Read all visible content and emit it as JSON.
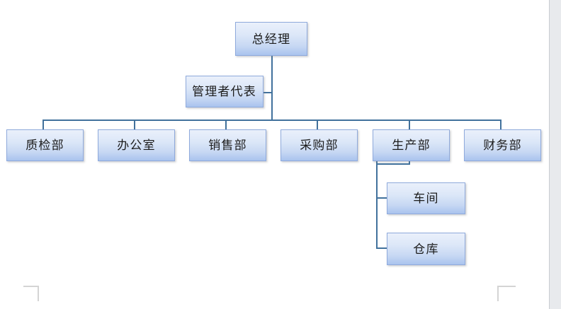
{
  "chart_data": {
    "type": "diagram",
    "diagram_type": "organizational-chart",
    "title": "",
    "orientation": "top-down",
    "connector_color": "#41719c",
    "node_border_color": "#8faadc",
    "node_fill_top": "#eaf0fb",
    "node_fill_bottom": "#a9c3ee",
    "text_color": "#1c1c1c",
    "levels": [
      {
        "level": 0,
        "labels": [
          "总经理"
        ]
      },
      {
        "level": 1,
        "labels": [
          "管理者代表"
        ]
      },
      {
        "level": 2,
        "labels": [
          "质检部",
          "办公室",
          "销售部",
          "采购部",
          "生产部",
          "财务部"
        ]
      },
      {
        "level": 3,
        "labels": [
          "车间",
          "仓库"
        ]
      }
    ],
    "edges": [
      {
        "from": "总经理",
        "to": "管理者代表",
        "style": "assistant-stub"
      },
      {
        "from": "总经理",
        "to": "质检部",
        "style": "elbow-bus"
      },
      {
        "from": "总经理",
        "to": "办公室",
        "style": "elbow-bus"
      },
      {
        "from": "总经理",
        "to": "销售部",
        "style": "elbow-bus"
      },
      {
        "from": "总经理",
        "to": "采购部",
        "style": "elbow-bus"
      },
      {
        "from": "总经理",
        "to": "生产部",
        "style": "elbow-bus"
      },
      {
        "from": "总经理",
        "to": "财务部",
        "style": "elbow-bus"
      },
      {
        "from": "生产部",
        "to": "车间",
        "style": "elbow-left"
      },
      {
        "from": "生产部",
        "to": "仓库",
        "style": "elbow-left"
      }
    ]
  },
  "chart": {
    "root": {
      "label": "总经理"
    },
    "assistant": {
      "label": "管理者代表"
    },
    "departments": [
      {
        "label": "质检部"
      },
      {
        "label": "办公室"
      },
      {
        "label": "销售部"
      },
      {
        "label": "采购部"
      },
      {
        "label": "生产部"
      },
      {
        "label": "财务部"
      }
    ],
    "production_children": [
      {
        "label": "车间"
      },
      {
        "label": "仓库"
      }
    ]
  }
}
